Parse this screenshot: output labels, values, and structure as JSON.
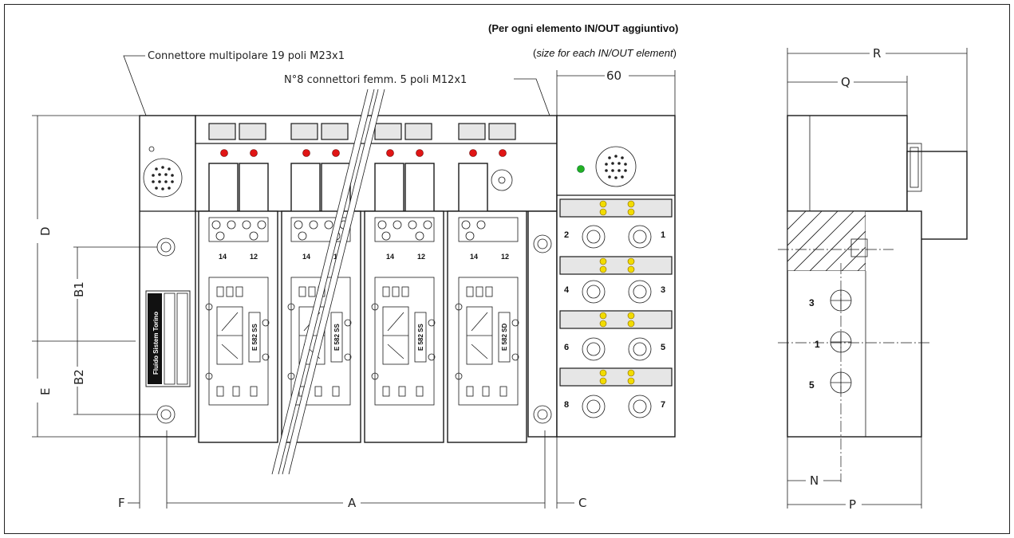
{
  "header": {
    "title": "(Per ogni elemento IN/OUT aggiuntivo)",
    "subtitle_italic": "size for each IN/OUT element",
    "subtitle_open": "(",
    "subtitle_close": ")"
  },
  "callouts": {
    "multipolar": "Connettore multipolare 19 poli M23x1",
    "female": "N°8 connettori femm. 5 poli M12x1"
  },
  "dimensions": {
    "A": "A",
    "B1": "B1",
    "B2": "B2",
    "C": "C",
    "D": "D",
    "E": "E",
    "F": "F",
    "N": "N",
    "P": "P",
    "Q": "Q",
    "R": "R",
    "width_60": "60"
  },
  "brand_label": "Fluido Sistem Torino",
  "valves": [
    {
      "code": "E 582 SS",
      "port_left": "14",
      "port_right": "12"
    },
    {
      "code": "E 582 SS",
      "port_left": "14",
      "port_right": "12"
    },
    {
      "code": "E 582 SS",
      "port_left": "14",
      "port_right": "12"
    },
    {
      "code": "E 582 SD",
      "port_left": "14",
      "port_right": "12"
    }
  ],
  "connector_numbers": [
    "2",
    "1",
    "4",
    "3",
    "6",
    "5",
    "8",
    "7"
  ],
  "side_ports": [
    "3",
    "1",
    "5"
  ],
  "colors": {
    "led_red": "#e01515",
    "led_green": "#22b022",
    "led_yellow": "#f2dc00"
  }
}
